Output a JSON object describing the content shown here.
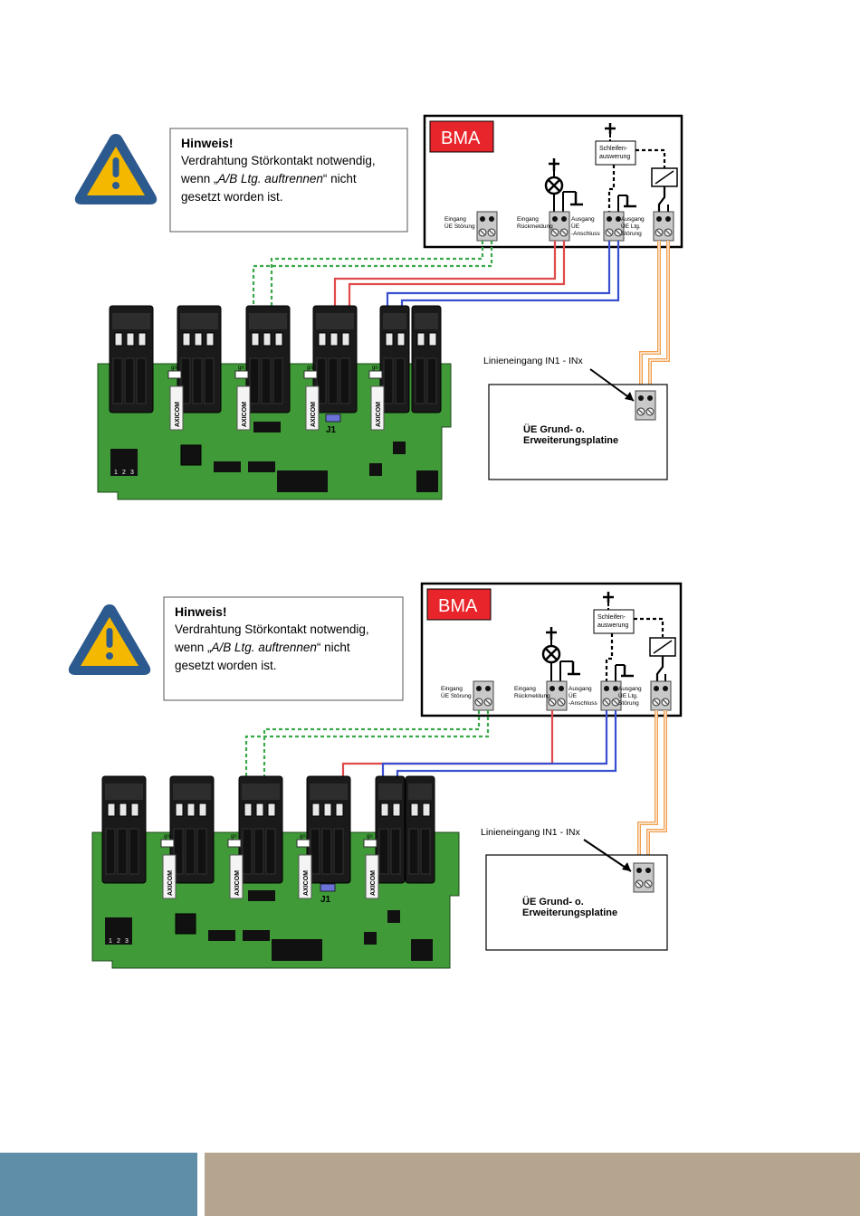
{
  "diagrams": [
    {
      "note_title": "Hinweis!",
      "note_line1": "Verdrahtung Störkontakt notwendig,",
      "note_line2_pre": "wenn „",
      "note_line2_em": "A/B Ltg. auftrennen",
      "note_line2_post": "“ nicht",
      "note_line3": "gesetzt worden ist.",
      "bma_label": "BMA",
      "schleifen_1": "Schleifen-",
      "schleifen_2": "auswerung",
      "terminal_eingang_stoerung": [
        "Eingang",
        "ÜE Störung"
      ],
      "terminal_eingang_rueckmeldung": [
        "Eingang",
        "Rückmeldung"
      ],
      "terminal_ausgang_ue": [
        "Ausgang",
        "ÜE",
        "-Anschluss"
      ],
      "terminal_ausgang_ltg": [
        "Ausgang",
        "ÜE Ltg.",
        "Störung"
      ],
      "linieneingang": "Linieneingang IN1 - INx",
      "ue_platine_1": "ÜE Grund- o.",
      "ue_platine_2": "Erweiterungsplatine",
      "relay_brand": "AXICOM",
      "gn_label": "gn",
      "jumper_label": "J1",
      "connector_pins": [
        "1",
        "2",
        "3"
      ]
    },
    {
      "note_title": "Hinweis!",
      "note_line1": "Verdrahtung Störkontakt notwendig,",
      "note_line2_pre": "wenn „",
      "note_line2_em": "A/B Ltg. auftrennen",
      "note_line2_post": "“ nicht",
      "note_line3": "gesetzt worden ist.",
      "bma_label": "BMA",
      "schleifen_1": "Schleifen-",
      "schleifen_2": "auswerung",
      "terminal_eingang_stoerung": [
        "Eingang",
        "ÜE Störung"
      ],
      "terminal_eingang_rueckmeldung": [
        "Eingang",
        "Rückmeldung"
      ],
      "terminal_ausgang_ue": [
        "Ausgang",
        "ÜE",
        "-Anschluss"
      ],
      "terminal_ausgang_ltg": [
        "Ausgang",
        "ÜE Ltg.",
        "Störung"
      ],
      "linieneingang": "Linieneingang IN1 - INx",
      "ue_platine_1": "ÜE Grund- o.",
      "ue_platine_2": "Erweiterungsplatine",
      "relay_brand": "AXICOM",
      "gn_label": "gn",
      "jumper_label": "J1",
      "connector_pins": [
        "1",
        "2",
        "3"
      ]
    }
  ],
  "colors": {
    "bma_red": "#e8252a",
    "pcb_green": "#3f9a37",
    "wire_green": "#3aa84a",
    "wire_red": "#e04a4a",
    "wire_blue": "#3a4fd0",
    "wire_orange": "#f0a050",
    "warning_blue": "#2d5a8e",
    "warning_yellow": "#f5b800",
    "footer_blue": "#5f8fa8",
    "footer_tan": "#b5a58e"
  }
}
